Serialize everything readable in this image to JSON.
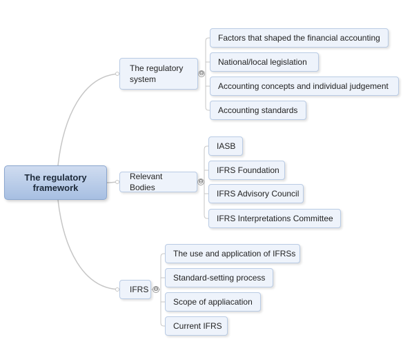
{
  "root": {
    "label": "The regulatory framework"
  },
  "branches": [
    {
      "label": "The regulatory system",
      "toggle_symbol": "⊖",
      "children": [
        "Factors that shaped the financial accounting",
        "National/local legislation",
        "Accounting concepts and individual judgement",
        "Accounting standards"
      ]
    },
    {
      "label": "Relevant Bodies",
      "toggle_symbol": "⊖",
      "children": [
        "IASB",
        "IFRS Foundation",
        "IFRS Advisory Council",
        "IFRS Interpretations Committee"
      ]
    },
    {
      "label": "IFRS",
      "toggle_symbol": "⊖",
      "children": [
        "The use and application of IFRSs",
        "Standard-setting process",
        "Scope of appliacation",
        "Current IFRS"
      ]
    }
  ]
}
